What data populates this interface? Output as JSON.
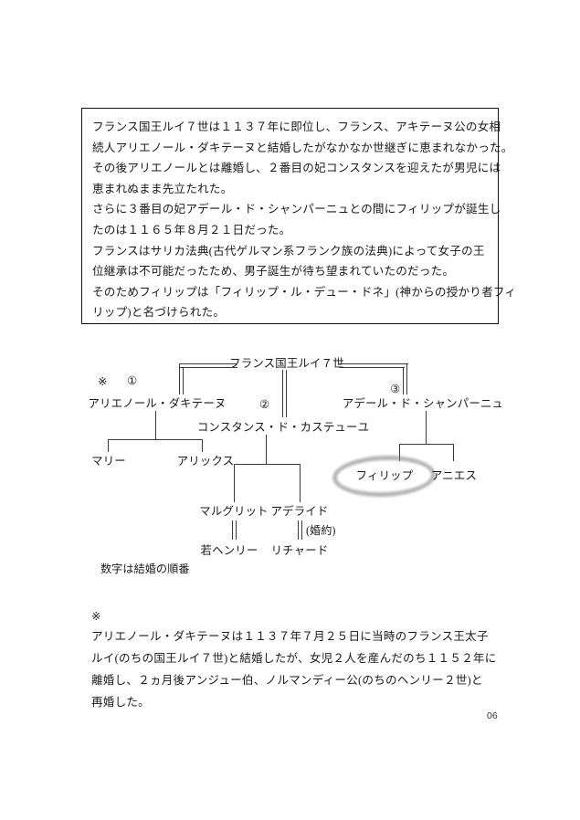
{
  "page": {
    "number": "06",
    "language": "ja"
  },
  "intro_box": {
    "lines": [
      "フランス国王ルイ７世は１１３７年に即位し、フランス、アキテーヌ公の女相",
      "続人アリエノール・ダキテーヌと結婚したがなかなか世継ぎに恵まれなかった。",
      "その後アリエノールとは離婚し、２番目の妃コンスタンスを迎えたが男児には",
      "恵まれぬまま先立たれた。",
      "さらに３番目の妃アデール・ド・シャンパーニュとの間にフィリップが誕生し",
      "たのは１１６５年８月２１日だった。",
      "フランスはサリカ法典(古代ゲルマン系フランク族の法典)によって女子の王",
      "位継承は不可能だったため、男子誕生が待ち望まれていたのだった。",
      "そのためフィリップは「フィリップ・ル・デュー・ドネ」(神からの授かり者フィ",
      "リップ)と名づけられた。"
    ]
  },
  "tree": {
    "root": "フランス国王ルイ７世",
    "spouses": [
      {
        "order_mark": "①",
        "name": "アリエノール・ダキテーヌ",
        "note_mark": "※"
      },
      {
        "order_mark": "②",
        "name": "コンスタンス・ド・カステューユ",
        "note_mark": ""
      },
      {
        "order_mark": "③",
        "name": "アデール・ド・シャンパーニュ",
        "note_mark": ""
      }
    ],
    "children": {
      "by_eleanor": [
        "マリー",
        "アリックス"
      ],
      "by_constance": [
        "マルグリット",
        "アデライド"
      ],
      "by_adele": [
        "フィリップ",
        "アニエス"
      ]
    },
    "grandchildren_marriages": [
      {
        "spouse_a": "マルグリット",
        "spouse_b": "若ヘンリー",
        "annotation": ""
      },
      {
        "spouse_a": "アデライド",
        "spouse_b": "リチャード",
        "annotation": "(婚約)"
      }
    ],
    "highlighted_name": "フィリップ",
    "legend": "数字は結婚の順番"
  },
  "footnote": {
    "mark": "※",
    "lines": [
      "アリエノール・ダキテーヌは１１３７年７月２５日に当時のフランス王太子",
      "ルイ(のちの国王ルイ７世)と結婚したが、女児２人を産んだのち１１５２年に",
      "離婚し、２ヵ月後アンジュー伯、ノルマンディー公(のちのヘンリー２世)と",
      "再婚した。"
    ]
  },
  "colors": {
    "text": "#1a1a1a",
    "line": "#3a3a3a",
    "box_border": "#111111",
    "pencil_highlight": "#787878",
    "background": "#ffffff"
  }
}
